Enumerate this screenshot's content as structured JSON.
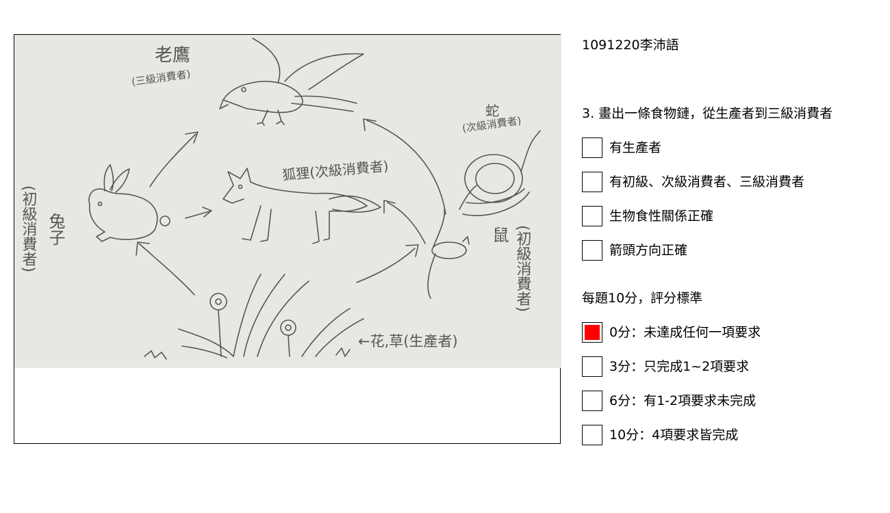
{
  "student": {
    "name": "1091220李沛語"
  },
  "question": {
    "title": "3. 畫出一條食物鏈，從生產者到三級消費者",
    "checklist": [
      {
        "label": "有生產者",
        "checked": false
      },
      {
        "label": "有初級、次級消費者、三級消費者",
        "checked": false
      },
      {
        "label": "生物食性關係正確",
        "checked": false
      },
      {
        "label": "箭頭方向正確",
        "checked": false
      }
    ]
  },
  "scoring": {
    "title": "每題10分，評分標準",
    "options": [
      {
        "label": "0分：未達成任何一項要求",
        "checked": true
      },
      {
        "label": "3分：只完成1~2項要求",
        "checked": false
      },
      {
        "label": "6分：有1-2項要求未完成",
        "checked": false
      },
      {
        "label": "10分：4項要求皆完成",
        "checked": false
      }
    ]
  },
  "drawing": {
    "eagle_label": "老鷹",
    "eagle_role": "(三級消費者)",
    "snake_label": "蛇",
    "snake_role": "(次級消費者)",
    "fox_label": "狐狸(次級消費者)",
    "rabbit_label": "兔子",
    "rabbit_role": "(初級消費者)",
    "mouse_label": "鼠",
    "mouse_role": "(初級消費者)",
    "producer_label": "←花,草(生產者)"
  },
  "colors": {
    "checked_fill": "#ff0000",
    "paper": "#e7e8e4",
    "pencil": "#555555"
  }
}
